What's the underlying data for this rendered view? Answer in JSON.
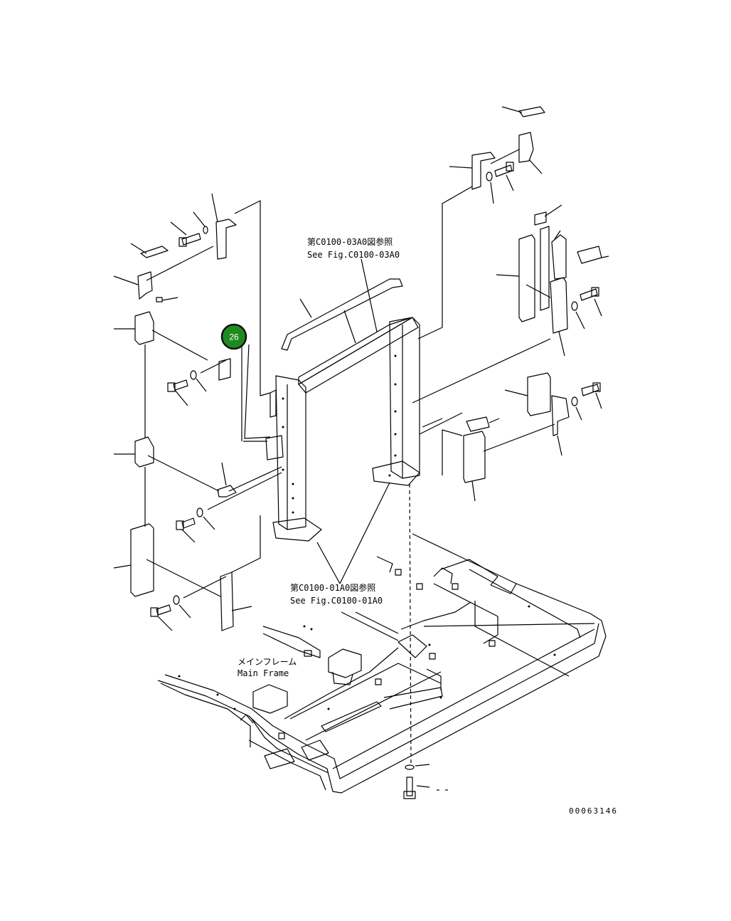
{
  "references": {
    "upper": {
      "jp": "第C0100-03A0図参照",
      "en": "See Fig.C0100-03A0"
    },
    "lower": {
      "jp": "第C0100-01A0図参照",
      "en": "See Fig.C0100-01A0"
    }
  },
  "main_frame": {
    "jp": "メインフレーム",
    "en": "Main Frame"
  },
  "callout": {
    "number": "26",
    "color": "#1f8a1f"
  },
  "drawing_number": "00063146"
}
